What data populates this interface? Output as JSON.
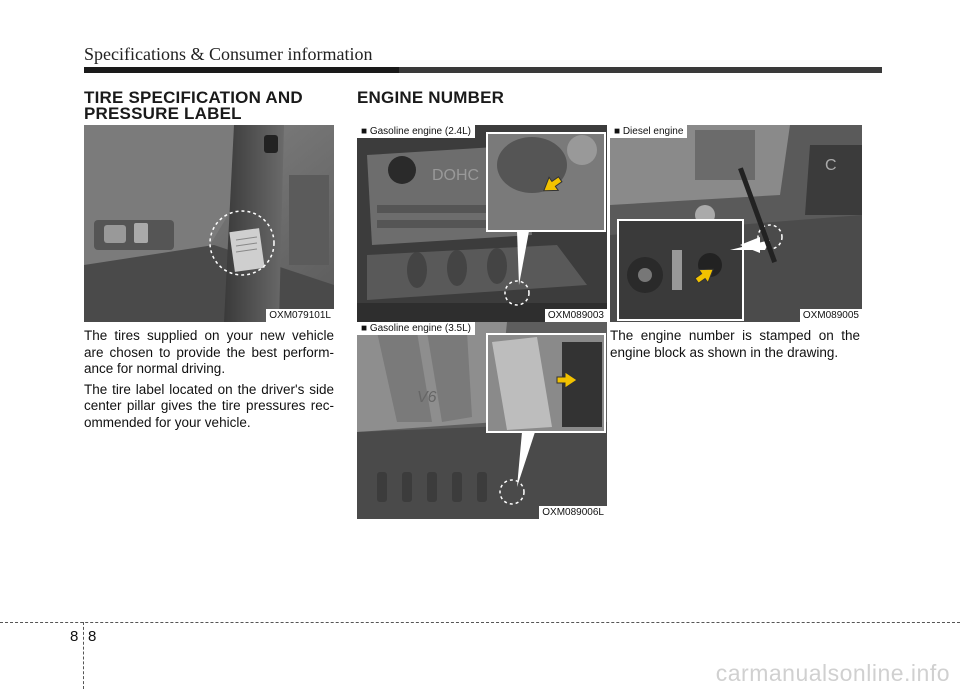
{
  "header": {
    "title": "Specifications & Consumer information"
  },
  "tire_section": {
    "title": "TIRE SPECIFICATION AND PRESSURE LABEL",
    "title_line1": "TIRE SPECIFICATION AND",
    "title_line2": "PRESSURE LABEL",
    "image_caption": "OXM079101L",
    "paragraph1": "The tires supplied on your new vehicle are chosen to provide the best perform­ance for normal driving.",
    "paragraph2": "The tire label located on the driver's side center pillar gives the tire pressures rec­ommended for your vehicle."
  },
  "engine_section": {
    "title": "ENGINE NUMBER",
    "images": [
      {
        "label": "■ Gasoline engine (2.4L)",
        "caption": "OXM089003"
      },
      {
        "label": "■ Diesel engine",
        "caption": "OXM089005"
      },
      {
        "label": "■ Gasoline engine (3.5L)",
        "caption": "OXM089006L"
      }
    ],
    "paragraph": "The engine number is stamped on the engine block as shown in the drawing."
  },
  "footer": {
    "page_left": "8",
    "page_right": "8"
  },
  "watermark": "carmanualsonline.info"
}
